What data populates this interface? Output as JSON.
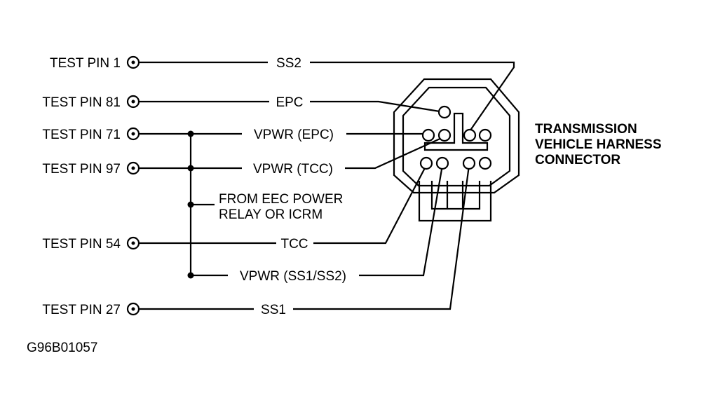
{
  "test_pins": [
    {
      "label": "TEST PIN 1"
    },
    {
      "label": "TEST PIN 81"
    },
    {
      "label": "TEST PIN 71"
    },
    {
      "label": "TEST PIN 97"
    },
    {
      "label": "TEST PIN 54"
    },
    {
      "label": "TEST PIN 27"
    }
  ],
  "circuits": {
    "ss2": "SS2",
    "epc": "EPC",
    "vpwr_epc": "VPWR (EPC)",
    "vpwr_tcc": "VPWR (TCC)",
    "tcc": "TCC",
    "vpwr_ss1_ss2": "VPWR (SS1/SS2)",
    "ss1": "SS1"
  },
  "power_source": {
    "line1": "FROM EEC POWER",
    "line2": "RELAY OR ICRM"
  },
  "connector": {
    "line1": "TRANSMISSION",
    "line2": "VEHICLE HARNESS",
    "line3": "CONNECTOR"
  },
  "figure_id": "G96B01057"
}
